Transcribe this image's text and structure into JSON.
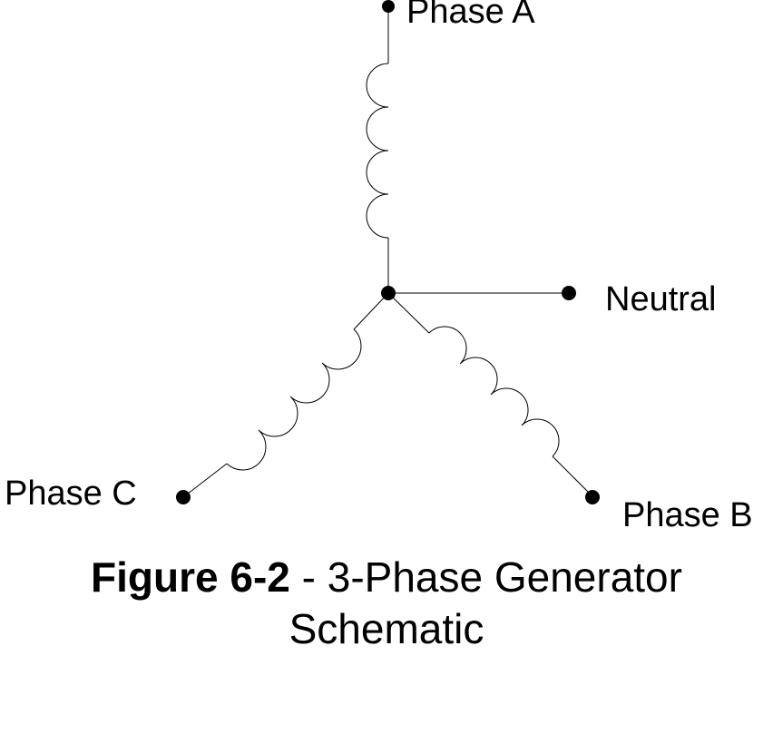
{
  "terminals": {
    "phase_a": "Phase A",
    "phase_b": "Phase B",
    "phase_c": "Phase C",
    "neutral": "Neutral"
  },
  "caption": {
    "figure_number": "Figure 6-2",
    "separator": " - ",
    "title_line1": "3-Phase Generator",
    "title_line2": "Schematic"
  }
}
